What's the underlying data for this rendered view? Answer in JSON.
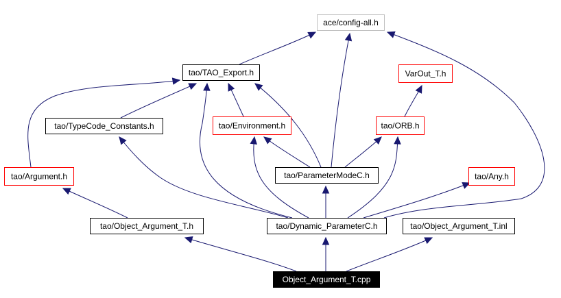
{
  "graph": {
    "colors": {
      "edge": "#191970",
      "box_black": "#000000",
      "box_red": "#ff0000",
      "box_gray": "#c0c0c0",
      "root_fill": "#000000",
      "root_text": "#ffffff",
      "text": "#000000"
    },
    "nodes": [
      {
        "id": "config_all",
        "label": "ace/config-all.h",
        "style": "gray"
      },
      {
        "id": "tao_export",
        "label": "tao/TAO_Export.h",
        "style": "black"
      },
      {
        "id": "varout",
        "label": "VarOut_T.h",
        "style": "red"
      },
      {
        "id": "typecode_constants",
        "label": "tao/TypeCode_Constants.h",
        "style": "black"
      },
      {
        "id": "environment",
        "label": "tao/Environment.h",
        "style": "red"
      },
      {
        "id": "orb",
        "label": "tao/ORB.h",
        "style": "red"
      },
      {
        "id": "argument",
        "label": "tao/Argument.h",
        "style": "red"
      },
      {
        "id": "parametermode",
        "label": "tao/ParameterModeC.h",
        "style": "black"
      },
      {
        "id": "any",
        "label": "tao/Any.h",
        "style": "red"
      },
      {
        "id": "object_argument_h",
        "label": "tao/Object_Argument_T.h",
        "style": "black"
      },
      {
        "id": "dynamic_parameter",
        "label": "tao/Dynamic_ParameterC.h",
        "style": "black"
      },
      {
        "id": "object_argument_inl",
        "label": "tao/Object_Argument_T.inl",
        "style": "black"
      },
      {
        "id": "object_argument_cpp",
        "label": "Object_Argument_T.cpp",
        "style": "root"
      }
    ],
    "edges": [
      {
        "from": "object_argument_cpp",
        "to": "object_argument_h"
      },
      {
        "from": "object_argument_cpp",
        "to": "dynamic_parameter"
      },
      {
        "from": "object_argument_cpp",
        "to": "object_argument_inl"
      },
      {
        "from": "object_argument_h",
        "to": "argument"
      },
      {
        "from": "argument",
        "to": "tao_export"
      },
      {
        "from": "tao_export",
        "to": "config_all"
      },
      {
        "from": "dynamic_parameter",
        "to": "typecode_constants"
      },
      {
        "from": "dynamic_parameter",
        "to": "tao_export"
      },
      {
        "from": "dynamic_parameter",
        "to": "environment"
      },
      {
        "from": "dynamic_parameter",
        "to": "parametermode"
      },
      {
        "from": "dynamic_parameter",
        "to": "orb"
      },
      {
        "from": "dynamic_parameter",
        "to": "any"
      },
      {
        "from": "dynamic_parameter",
        "to": "config_all"
      },
      {
        "from": "typecode_constants",
        "to": "tao_export"
      },
      {
        "from": "environment",
        "to": "tao_export"
      },
      {
        "from": "parametermode",
        "to": "tao_export"
      },
      {
        "from": "parametermode",
        "to": "config_all"
      },
      {
        "from": "parametermode",
        "to": "environment"
      },
      {
        "from": "parametermode",
        "to": "orb"
      },
      {
        "from": "orb",
        "to": "varout"
      }
    ]
  }
}
